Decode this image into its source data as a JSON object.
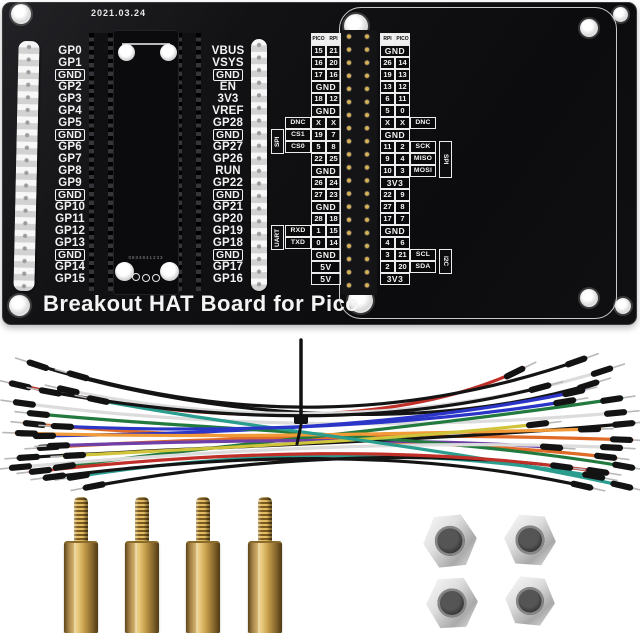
{
  "board": {
    "date": "2021.03.24",
    "title": "Breakout HAT Board for Pico",
    "module_serial": "0834841233",
    "left_pins": [
      "GP0",
      "GP1",
      "GND",
      "GP2",
      "GP3",
      "GP4",
      "GP5",
      "GND",
      "GP6",
      "GP7",
      "GP8",
      "GP9",
      "GND",
      "GP10",
      "GP11",
      "GP12",
      "GP13",
      "GND",
      "GP14",
      "GP15"
    ],
    "middle_pins": [
      "VBUS",
      "VSYS",
      "GND",
      "EN",
      "3V3",
      "VREF",
      "GP28",
      "GND",
      "GP27",
      "GP26",
      "RUN",
      "GP22",
      "GND",
      "GP21",
      "GP20",
      "GP19",
      "GP18",
      "GND",
      "GP17",
      "GP16"
    ],
    "left_table": {
      "headers": [
        "PICO",
        "RPI"
      ],
      "rows": [
        {
          "a": "15",
          "b": "21"
        },
        {
          "a": "16",
          "b": "20"
        },
        {
          "a": "17",
          "b": "16"
        },
        {
          "span": "GND"
        },
        {
          "a": "18",
          "b": "12"
        },
        {
          "span": "GND"
        },
        {
          "side": "DNC",
          "a": "X",
          "b": "X"
        },
        {
          "side": "CS1",
          "a": "19",
          "b": "7"
        },
        {
          "side": "CS0",
          "a": "5",
          "b": "8"
        },
        {
          "a": "22",
          "b": "25"
        },
        {
          "span": "GND"
        },
        {
          "a": "26",
          "b": "24"
        },
        {
          "a": "27",
          "b": "23"
        },
        {
          "span": "GND"
        },
        {
          "a": "28",
          "b": "18"
        },
        {
          "side": "RXD",
          "a": "1",
          "b": "15"
        },
        {
          "side": "TXD",
          "a": "0",
          "b": "14"
        },
        {
          "span": "GND"
        },
        {
          "span": "5V"
        },
        {
          "span": "5V"
        }
      ],
      "groups": [
        {
          "label": "SPI",
          "rows": [
            8,
            9
          ]
        },
        {
          "label": "UART",
          "rows": [
            16,
            17
          ]
        }
      ]
    },
    "right_table": {
      "headers": [
        "RPI",
        "PICO"
      ],
      "rows": [
        {
          "span": "GND"
        },
        {
          "a": "26",
          "b": "14"
        },
        {
          "a": "19",
          "b": "13"
        },
        {
          "a": "13",
          "b": "12"
        },
        {
          "a": "6",
          "b": "11"
        },
        {
          "a": "5",
          "b": "0"
        },
        {
          "a": "X",
          "b": "X",
          "side": "DNC"
        },
        {
          "span": "GND"
        },
        {
          "a": "11",
          "b": "2",
          "side": "SCK"
        },
        {
          "a": "9",
          "b": "4",
          "side": "MISO"
        },
        {
          "a": "10",
          "b": "3",
          "side": "MOSI"
        },
        {
          "span": "3V3"
        },
        {
          "a": "22",
          "b": "9"
        },
        {
          "a": "27",
          "b": "8"
        },
        {
          "a": "17",
          "b": "7"
        },
        {
          "span": "GND"
        },
        {
          "a": "4",
          "b": "6"
        },
        {
          "a": "3",
          "b": "21",
          "side": "SCL"
        },
        {
          "a": "2",
          "b": "20",
          "side": "SDA"
        },
        {
          "span": "3V3"
        }
      ],
      "groups": [
        {
          "label": "SPI",
          "rows": [
            9,
            10,
            11
          ]
        },
        {
          "label": "I2C",
          "rows": [
            18,
            19
          ]
        }
      ]
    }
  },
  "colors": {
    "board_black": "#0e0e10",
    "silkscreen_white": "#f2f2f2",
    "brass": "#c9a14e",
    "steel": "#d0d0d0",
    "wire_palette": [
      "#141414",
      "#dcdcdc",
      "#e06a28",
      "#f09a38",
      "#237a3f",
      "#2a9d8f",
      "#c03028",
      "#2b35c8",
      "#6f3fa8",
      "#cfc43a"
    ]
  }
}
